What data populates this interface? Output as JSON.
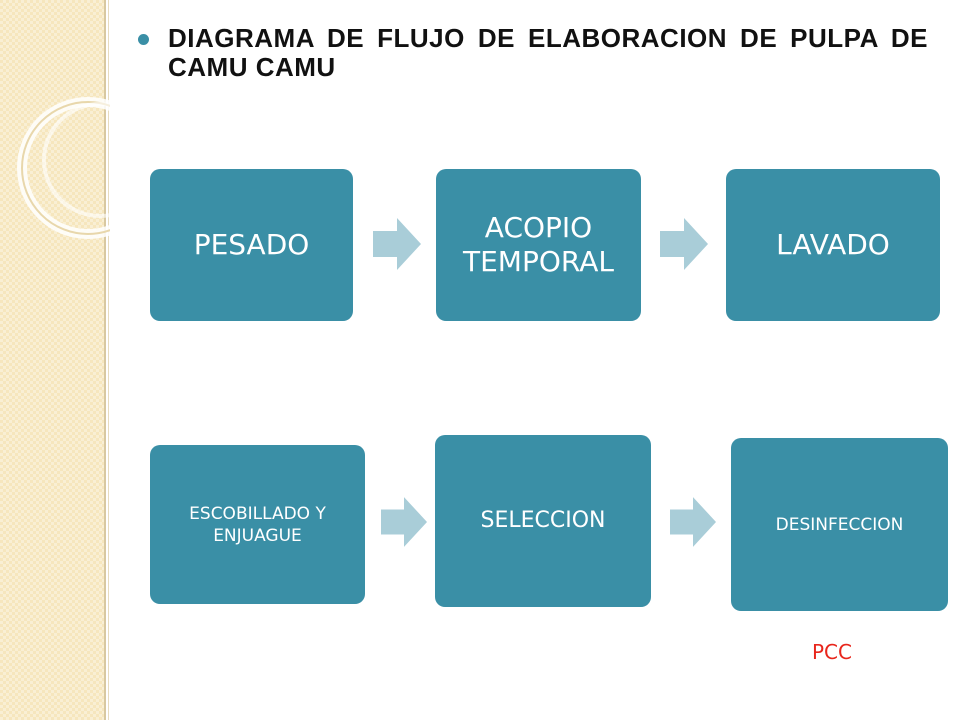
{
  "title": "DIAGRAMA DE FLUJO DE  ELABORACION DE PULPA DE CAMU CAMU",
  "steps": [
    {
      "label": "PESADO"
    },
    {
      "label": "ACOPIO TEMPORAL"
    },
    {
      "label": "LAVADO"
    },
    {
      "label": "ESCOBILLADO Y ENJUAGUE"
    },
    {
      "label": "SELECCION"
    },
    {
      "label": "DESINFECCION"
    }
  ],
  "annotation": "PCC",
  "colors": {
    "box_fill": "#3a8fa6",
    "arrow_fill": "#a9cdd8",
    "annotation": "#e8261c",
    "side_strip": "#f6e6bd"
  }
}
